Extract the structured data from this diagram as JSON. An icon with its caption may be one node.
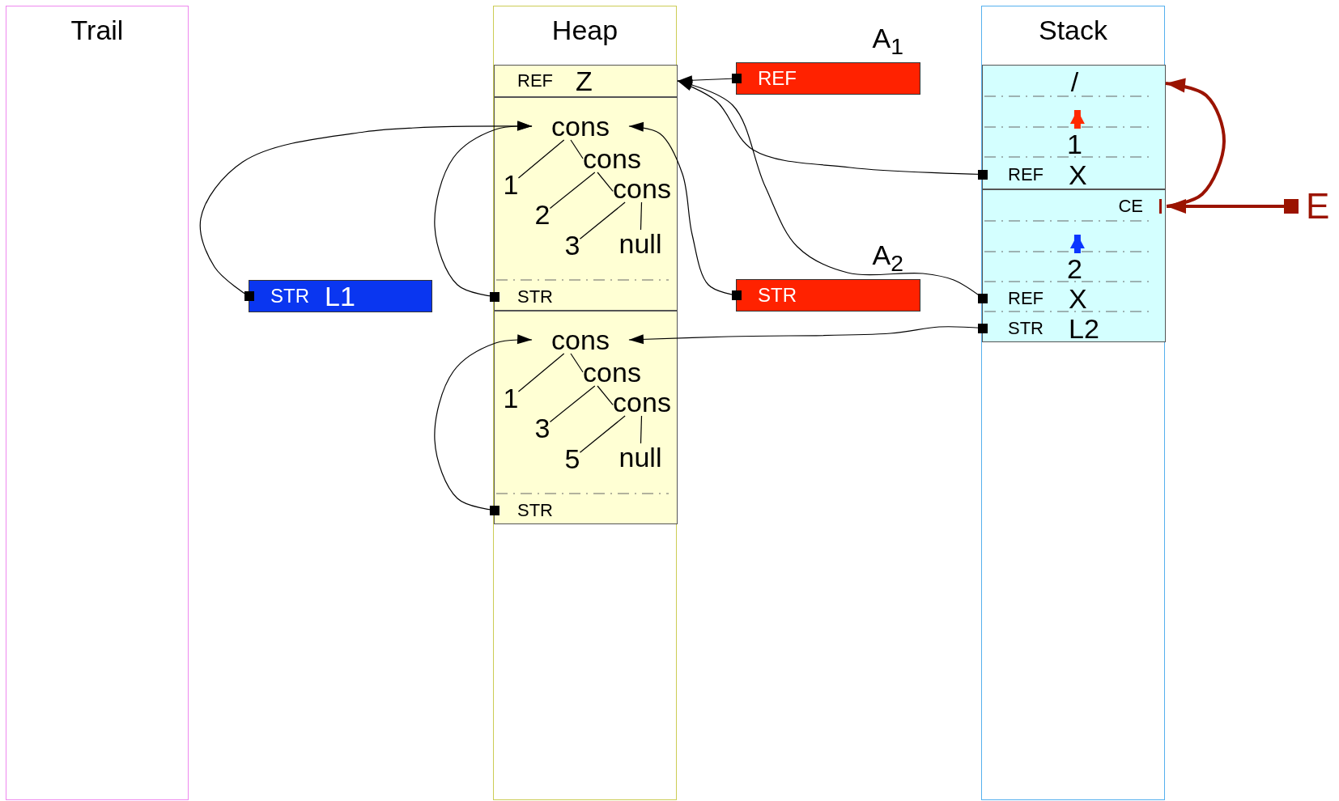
{
  "diagram": {
    "nodes": [
      {
        "text": [
          "Trail"
        ]
      },
      {
        "text": [
          "Heap"
        ]
      },
      {
        "text": [
          "Stack"
        ]
      },
      {
        "text": [
          "REF",
          "Z"
        ],
        "in": 1
      },
      {
        "text": [],
        "shape": "box",
        "in": 1
      },
      {
        "text": [
          "cons"
        ],
        "in": 4
      },
      {
        "text": [
          "1"
        ],
        "in": 4
      },
      {
        "text": [
          "cons"
        ],
        "in": 4
      },
      {
        "text": [
          "2"
        ],
        "in": 4
      },
      {
        "text": [
          "cons"
        ],
        "in": 4
      },
      {
        "text": [
          "3"
        ],
        "in": 4
      },
      {
        "text": [
          "null"
        ],
        "in": 4
      },
      {
        "text": [
          "STR"
        ],
        "in": 4
      },
      {
        "text": [],
        "shape": "box",
        "in": 1
      },
      {
        "text": [
          "cons"
        ],
        "in": 13
      },
      {
        "text": [
          "1"
        ],
        "in": 13
      },
      {
        "text": [
          "cons"
        ],
        "in": 13
      },
      {
        "text": [
          "3"
        ],
        "in": 13
      },
      {
        "text": [
          "cons"
        ],
        "in": 13
      },
      {
        "text": [
          "5"
        ],
        "in": 13
      },
      {
        "text": [
          "null"
        ],
        "in": 13
      },
      {
        "text": [
          "STR"
        ],
        "in": 13
      },
      {
        "text": [
          "REF"
        ],
        "beside": [
          "A$_{1}$"
        ]
      },
      {
        "text": [
          "STR"
        ],
        "beside": [
          "A$_{2}$"
        ]
      },
      {
        "text": [
          "STR",
          "L1"
        ]
      },
      {
        "text": [],
        "shape": "box",
        "in": 2
      },
      {
        "text": [
          "/"
        ],
        "in": 25
      },
      {
        "text": [
          "1"
        ],
        "in": 25
      },
      {
        "text": [
          "REF",
          "X"
        ],
        "in": 25
      },
      {
        "text": [],
        "shape": "box",
        "in": 2
      },
      {
        "text": [
          "CE"
        ],
        "in": 29
      },
      {
        "text": [
          "2"
        ],
        "in": 29
      },
      {
        "text": [
          "REF",
          "X"
        ],
        "in": 29
      },
      {
        "text": [
          "STR",
          "L2"
        ],
        "in": 29
      },
      {
        "text": [
          "E"
        ]
      }
    ],
    "edges": [
      {
        "from": 22,
        "to": 3,
        "arrow": "to"
      },
      {
        "from": 28,
        "to": 3,
        "arrow": "to"
      },
      {
        "from": 32,
        "to": 3,
        "arrow": "to"
      },
      {
        "from": 23,
        "to": 5,
        "arrow": "to"
      },
      {
        "from": 24,
        "to": 5,
        "arrow": "to"
      },
      {
        "from": 12,
        "to": 5,
        "arrow": "to"
      },
      {
        "from": 21,
        "to": 14,
        "arrow": "to"
      },
      {
        "from": 33,
        "to": 14,
        "arrow": "to"
      },
      {
        "from": 30,
        "to": 25,
        "arrow": "to",
        "style": "thick",
        "color": "#9b1300"
      },
      {
        "from": 34,
        "to": 30,
        "arrow": "to",
        "style": "thick",
        "color": "#9b1300"
      },
      {
        "from": 27,
        "to": 26,
        "arrow": "to",
        "style": "thick",
        "color": "#ff2a00"
      },
      {
        "from": 31,
        "to": 30,
        "arrow": "to",
        "style": "thick",
        "color": "#0a36ff"
      },
      {
        "from": 5,
        "to": 6,
        "arrow": "none"
      },
      {
        "from": 5,
        "to": 7,
        "arrow": "none"
      },
      {
        "from": 7,
        "to": 8,
        "arrow": "none"
      },
      {
        "from": 7,
        "to": 9,
        "arrow": "none"
      },
      {
        "from": 9,
        "to": 10,
        "arrow": "none"
      },
      {
        "from": 9,
        "to": 11,
        "arrow": "none"
      },
      {
        "from": 14,
        "to": 15,
        "arrow": "none"
      },
      {
        "from": 14,
        "to": 16,
        "arrow": "none"
      },
      {
        "from": 16,
        "to": 17,
        "arrow": "none"
      },
      {
        "from": 16,
        "to": 18,
        "arrow": "none"
      },
      {
        "from": 18,
        "to": 19,
        "arrow": "none"
      },
      {
        "from": 18,
        "to": 20,
        "arrow": "none"
      }
    ]
  }
}
